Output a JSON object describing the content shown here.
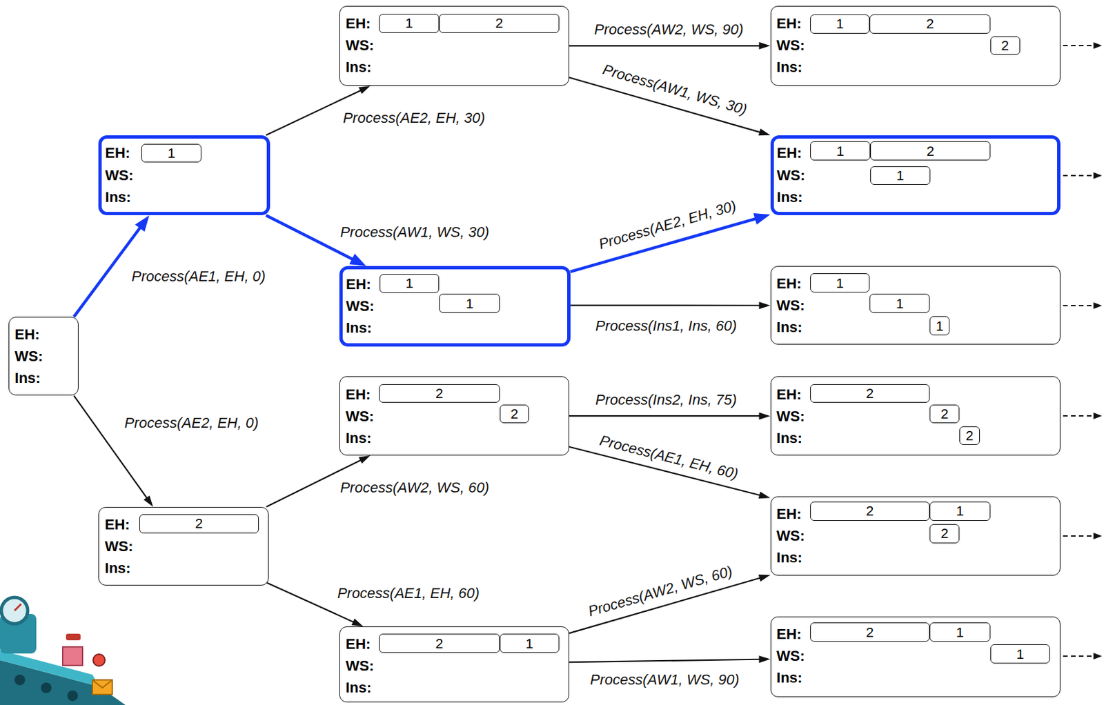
{
  "diagram": {
    "nodes": [
      {
        "text": [
          "EH:",
          "WS:",
          "Ins:"
        ]
      },
      {
        "text": [
          "EH:",
          "WS:",
          "Ins:"
        ]
      },
      {
        "text": [
          "1"
        ],
        "in": 1
      },
      {
        "text": [
          "EH:",
          "WS:",
          "Ins:"
        ]
      },
      {
        "text": [
          "2"
        ],
        "in": 3
      },
      {
        "text": [
          "EH:",
          "WS:",
          "Ins:"
        ]
      },
      {
        "text": [
          "1"
        ],
        "in": 5
      },
      {
        "text": [
          "2"
        ],
        "in": 5
      },
      {
        "text": [
          "EH:",
          "WS:",
          "Ins:"
        ]
      },
      {
        "text": [
          "1"
        ],
        "in": 8
      },
      {
        "text": [
          "1"
        ],
        "in": 8
      },
      {
        "text": [
          "EH:",
          "WS:",
          "Ins:"
        ]
      },
      {
        "text": [
          "2"
        ],
        "in": 11
      },
      {
        "text": [
          "2"
        ],
        "in": 11
      },
      {
        "text": [
          "EH:",
          "WS:",
          "Ins:"
        ]
      },
      {
        "text": [
          "2"
        ],
        "in": 14
      },
      {
        "text": [
          "1"
        ],
        "in": 14
      },
      {
        "text": [
          "EH:",
          "WS:",
          "Ins:"
        ]
      },
      {
        "text": [
          "1"
        ],
        "in": 17
      },
      {
        "text": [
          "2"
        ],
        "in": 17
      },
      {
        "text": [
          "2"
        ],
        "in": 17
      },
      {
        "text": [
          "EH:",
          "WS:",
          "Ins:"
        ]
      },
      {
        "text": [
          "1"
        ],
        "in": 21
      },
      {
        "text": [
          "2"
        ],
        "in": 21
      },
      {
        "text": [
          "1"
        ],
        "in": 21
      },
      {
        "text": [
          "EH:",
          "WS:",
          "Ins:"
        ]
      },
      {
        "text": [
          "1"
        ],
        "in": 25
      },
      {
        "text": [
          "1"
        ],
        "in": 25
      },
      {
        "text": [
          "1"
        ],
        "in": 25
      },
      {
        "text": [
          "EH:",
          "WS:",
          "Ins:"
        ]
      },
      {
        "text": [
          "2"
        ],
        "in": 29
      },
      {
        "text": [
          "2"
        ],
        "in": 29
      },
      {
        "text": [
          "2"
        ],
        "in": 29
      },
      {
        "text": [
          "EH:",
          "WS:",
          "Ins:"
        ]
      },
      {
        "text": [
          "2"
        ],
        "in": 33
      },
      {
        "text": [
          "1"
        ],
        "in": 33
      },
      {
        "text": [
          "2"
        ],
        "in": 33
      },
      {
        "text": [
          "EH:",
          "WS:",
          "Ins:"
        ]
      },
      {
        "text": [
          "2"
        ],
        "in": 37
      },
      {
        "text": [
          "1"
        ],
        "in": 37
      },
      {
        "text": [
          "1"
        ],
        "in": 37
      }
    ],
    "edges": [
      {
        "from": 0,
        "to": 1,
        "arrow": "to",
        "label": "Process(AE1, EH, 0)"
      },
      {
        "from": 0,
        "to": 3,
        "arrow": "to",
        "label": "Process(AE2, EH, 0)"
      },
      {
        "from": 1,
        "to": 5,
        "arrow": "to",
        "label": "Process(AE2, EH, 30)"
      },
      {
        "from": 1,
        "to": 8,
        "arrow": "to",
        "label": "Process(AW1, WS, 30)"
      },
      {
        "from": 5,
        "to": 17,
        "arrow": "to",
        "label": "Process(AW2, WS, 90)"
      },
      {
        "from": 5,
        "to": 21,
        "arrow": "to",
        "label": "Process(AW1, WS, 30)"
      },
      {
        "from": 8,
        "to": 21,
        "arrow": "to",
        "label": "Process(AE2, EH, 30)"
      },
      {
        "from": 8,
        "to": 25,
        "arrow": "to",
        "label": "Process(Ins1, Ins, 60)"
      },
      {
        "from": 3,
        "to": 11,
        "arrow": "to",
        "label": "Process(AW2, WS, 60)"
      },
      {
        "from": 3,
        "to": 14,
        "arrow": "to",
        "label": "Process(AE1, EH, 60)"
      },
      {
        "from": 11,
        "to": 29,
        "arrow": "to",
        "label": "Process(Ins2, Ins, 75)"
      },
      {
        "from": 11,
        "to": 33,
        "arrow": "to",
        "label": "Process(AE1, EH, 60)"
      },
      {
        "from": 14,
        "to": 33,
        "arrow": "to",
        "label": "Process(AW2, WS, 60)"
      },
      {
        "from": 14,
        "to": 37,
        "arrow": "to",
        "label": "Process(AW1, WS, 90)"
      }
    ]
  }
}
